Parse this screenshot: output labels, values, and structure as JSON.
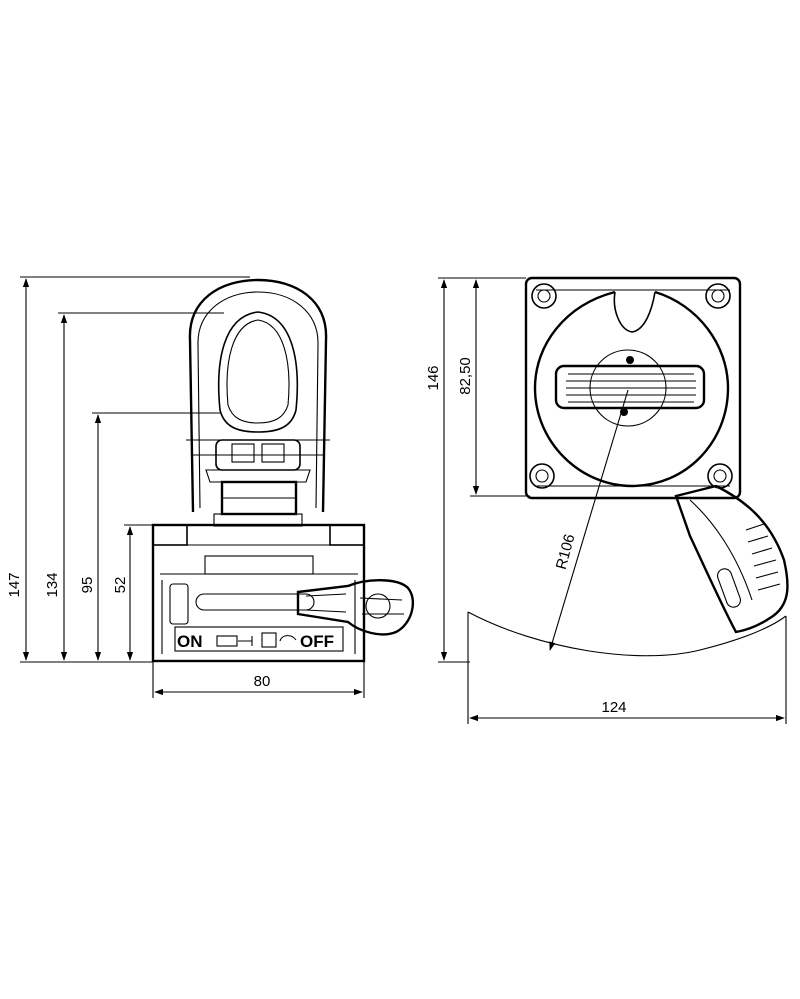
{
  "dimensions": {
    "front_view": {
      "height_total": "147",
      "height_eye_inner": "134",
      "height_eye_base": "95",
      "height_body": "52",
      "width": "80"
    },
    "side_view": {
      "height_total": "146",
      "height_axis": "82,50",
      "radius": "R106",
      "width": "124"
    }
  },
  "switch_panel": {
    "on_label": "ON",
    "off_label": "OFF"
  }
}
